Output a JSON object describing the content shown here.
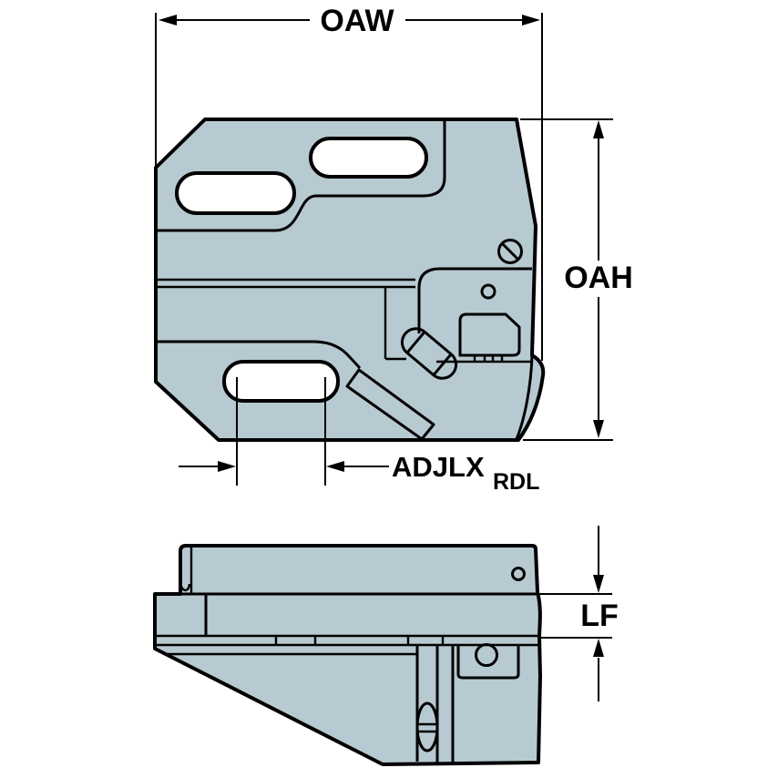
{
  "diagram": {
    "part_fill": "#b7c9d1",
    "slot_fill": "#ffffff",
    "line_color": "#000000",
    "dimension_labels": {
      "overall_width": "OAW",
      "overall_height": "OAH",
      "adjustment_main": "ADJLX",
      "adjustment_sub": "RDL",
      "functional_length": "LF"
    }
  }
}
